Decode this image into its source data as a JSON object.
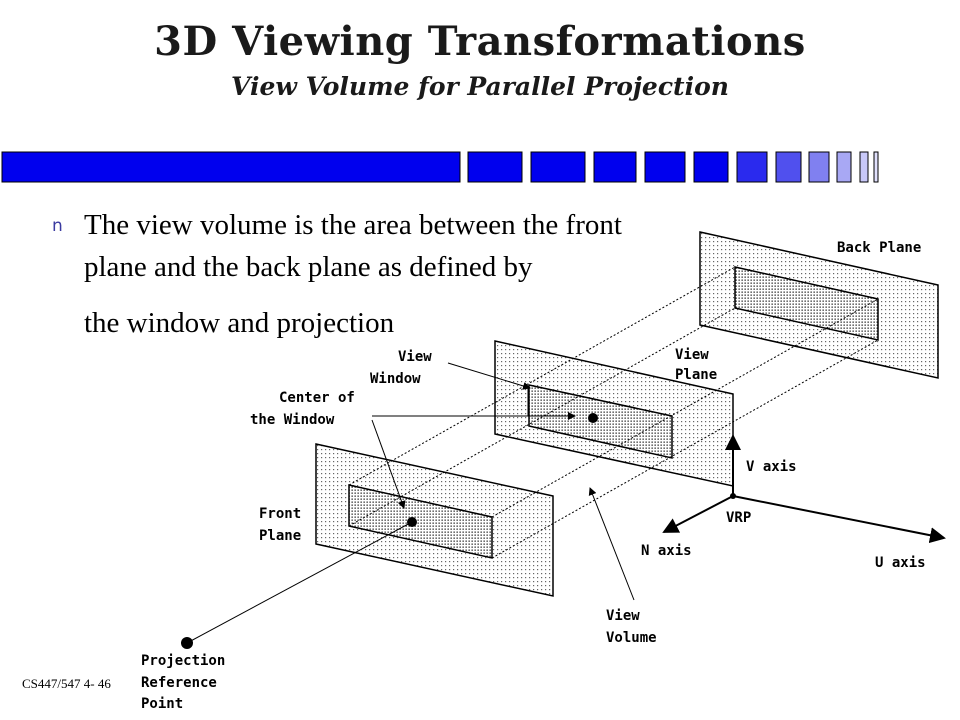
{
  "slide": {
    "title": "3D Viewing Transformations",
    "subtitle": "View Volume for Parallel Projection",
    "bullet": {
      "line1": "The view volume is the area between the front",
      "line2": "plane and the back plane as defined by",
      "line3": "the window and projection"
    },
    "footer": "CS447/547 4- 46"
  },
  "diagram": {
    "labels": {
      "back_plane": "Back Plane",
      "view_plane_1": "View",
      "view_plane_2": "Plane",
      "view_window_1": "View",
      "view_window_2": "Window",
      "center_window_1": "Center of",
      "center_window_2": "the Window",
      "front_plane_1": "Front",
      "front_plane_2": "Plane",
      "view_volume_1": "View",
      "view_volume_2": "Volume",
      "v_axis": "V axis",
      "vrp": "VRP",
      "n_axis": "N axis",
      "u_axis": "U axis",
      "prp_1": "Projection",
      "prp_2": "Reference",
      "prp_3": "Point"
    }
  },
  "colors": {
    "accent_blue": "#0000ee",
    "bar_dark": "#2020b0"
  }
}
